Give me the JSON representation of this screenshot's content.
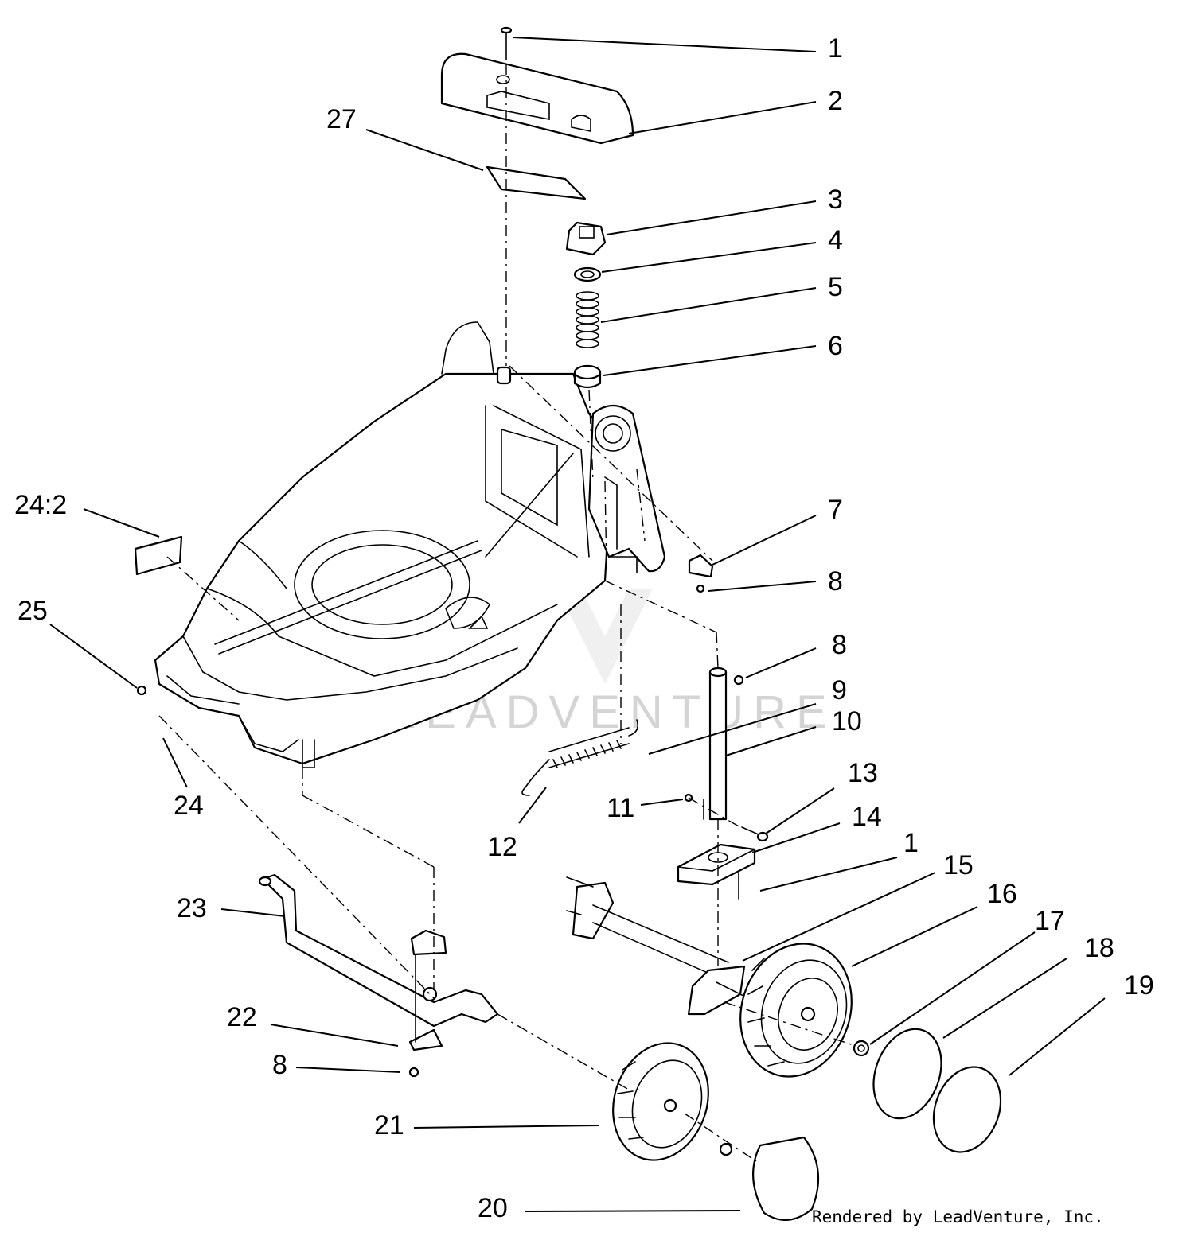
{
  "diagram": {
    "callouts": [
      {
        "id": "c1",
        "text": "1"
      },
      {
        "id": "c2",
        "text": "2"
      },
      {
        "id": "c27",
        "text": "27"
      },
      {
        "id": "c3",
        "text": "3"
      },
      {
        "id": "c4",
        "text": "4"
      },
      {
        "id": "c5",
        "text": "5"
      },
      {
        "id": "c6",
        "text": "6"
      },
      {
        "id": "c7",
        "text": "7"
      },
      {
        "id": "c8a",
        "text": "8"
      },
      {
        "id": "c24_2",
        "text": "24:2"
      },
      {
        "id": "c25",
        "text": "25"
      },
      {
        "id": "c8b",
        "text": "8"
      },
      {
        "id": "c9",
        "text": "9"
      },
      {
        "id": "c10",
        "text": "10"
      },
      {
        "id": "c24",
        "text": "24"
      },
      {
        "id": "c13",
        "text": "13"
      },
      {
        "id": "c11",
        "text": "11"
      },
      {
        "id": "c14",
        "text": "14"
      },
      {
        "id": "c12",
        "text": "12"
      },
      {
        "id": "c1b",
        "text": "1"
      },
      {
        "id": "c15",
        "text": "15"
      },
      {
        "id": "c16",
        "text": "16"
      },
      {
        "id": "c23",
        "text": "23"
      },
      {
        "id": "c17",
        "text": "17"
      },
      {
        "id": "c18",
        "text": "18"
      },
      {
        "id": "c19",
        "text": "19"
      },
      {
        "id": "c22",
        "text": "22"
      },
      {
        "id": "c8c",
        "text": "8"
      },
      {
        "id": "c21",
        "text": "21"
      },
      {
        "id": "c20",
        "text": "20"
      }
    ],
    "watermark": "LEADVENTURE",
    "credit": "Rendered by LeadVenture, Inc."
  }
}
